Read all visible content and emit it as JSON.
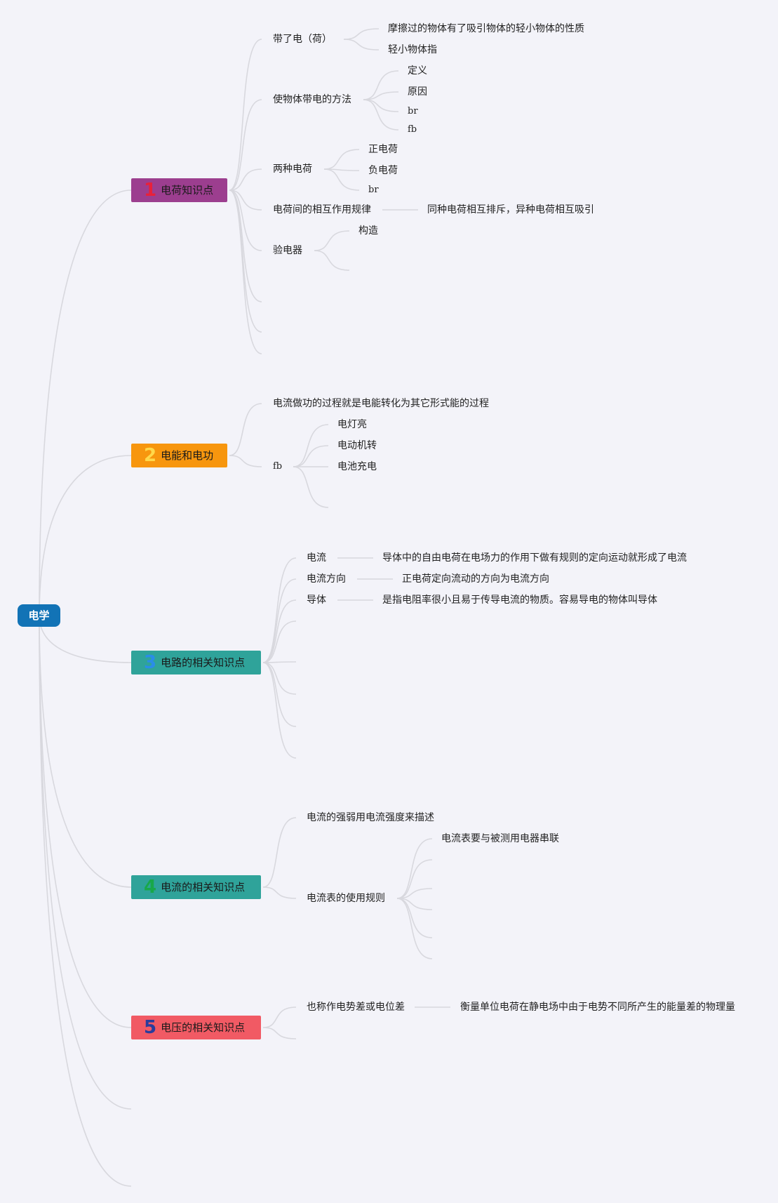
{
  "root": {
    "label": "电学",
    "color": "#1273b6"
  },
  "branches": [
    {
      "number": "1",
      "label": "电荷知识点",
      "bg": "#9c3e8f",
      "num_color": "#e8213b",
      "children": [
        {
          "label": "带了电（荷）",
          "children": [
            {
              "label": "摩擦过的物体有了吸引物体的轻小物体的性质"
            },
            {
              "label": "轻小物体指"
            }
          ]
        },
        {
          "label": "使物体带电的方法",
          "children": [
            {
              "label": "定义"
            },
            {
              "label": "原因"
            },
            {
              "label": "br"
            },
            {
              "label": "fb"
            }
          ]
        },
        {
          "label": "两种电荷",
          "children": [
            {
              "label": "正电荷"
            },
            {
              "label": "负电荷"
            },
            {
              "label": "br"
            }
          ]
        },
        {
          "label": "电荷间的相互作用规律",
          "children": [
            {
              "label": "同种电荷相互排斥，异种电荷相互吸引"
            }
          ]
        },
        {
          "label": "验电器",
          "children": [
            {
              "label": "构造"
            },
            {
              "label": ""
            }
          ]
        },
        {
          "label": ""
        },
        {
          "label": ""
        },
        {
          "label": ""
        }
      ]
    },
    {
      "number": "2",
      "label": "电能和电功",
      "bg": "#f7960e",
      "num_color": "#ffd84a",
      "children": [
        {
          "label": "电流做功的过程就是电能转化为其它形式能的过程"
        },
        {
          "label": "fb",
          "children": [
            {
              "label": "电灯亮"
            },
            {
              "label": "电动机转"
            },
            {
              "label": "电池充电"
            },
            {
              "label": ""
            }
          ]
        }
      ]
    },
    {
      "number": "3",
      "label": "电路的相关知识点",
      "bg": "#2fa39a",
      "num_color": "#2a8de8",
      "children": [
        {
          "label": "电流",
          "children": [
            {
              "label": "导体中的自由电荷在电场力的作用下做有规则的定向运动就形成了电流"
            }
          ]
        },
        {
          "label": "电流方向",
          "children": [
            {
              "label": "正电荷定向流动的方向为电流方向"
            }
          ]
        },
        {
          "label": "导体",
          "children": [
            {
              "label": "是指电阻率很小且易于传导电流的物质。容易导电的物体叫导体"
            }
          ]
        },
        {
          "label": ""
        },
        {
          "label": ""
        },
        {
          "label": ""
        },
        {
          "label": ""
        },
        {
          "label": ""
        },
        {
          "label": ""
        }
      ]
    },
    {
      "number": "4",
      "label": "电流的相关知识点",
      "bg": "#2fa39a",
      "num_color": "#18a84a",
      "children": [
        {
          "label": "电流的强弱用电流强度来描述"
        },
        {
          "label": "电流表的使用规则",
          "children": [
            {
              "label": "电流表要与被测用电器串联"
            },
            {
              "label": ""
            },
            {
              "label": ""
            },
            {
              "label": ""
            },
            {
              "label": ""
            },
            {
              "label": ""
            }
          ]
        }
      ]
    },
    {
      "number": "5",
      "label": "电压的相关知识点",
      "bg": "#f15a64",
      "num_color": "#2a3c9c",
      "children": [
        {
          "label": "也称作电势差或电位差",
          "children": [
            {
              "label": "衡量单位电荷在静电场中由于电势不同所产生的能量差的物理量"
            }
          ]
        },
        {
          "label": ""
        }
      ]
    },
    {
      "label": ""
    },
    {
      "label": ""
    }
  ]
}
